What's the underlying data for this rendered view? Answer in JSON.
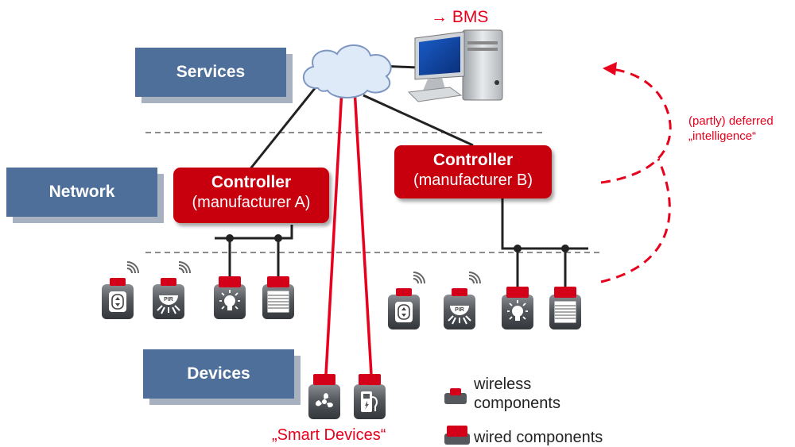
{
  "layers": {
    "services": "Services",
    "network": "Network",
    "devices": "Devices"
  },
  "controller_a": {
    "title": "Controller",
    "subtitle": "(manufacturer A)"
  },
  "controller_b": {
    "title": "Controller",
    "subtitle": "(manufacturer B)"
  },
  "bms_label": "→ BMS",
  "deferred_label": {
    "line1": "(partly) deferred",
    "line2": "„intelligence“"
  },
  "smart_devices_label": "„Smart Devices“",
  "legend": {
    "wireless_line1": "wireless",
    "wireless_line2": "components",
    "wired": "wired components"
  },
  "colors": {
    "accent_red": "#c8000e",
    "layer_blue": "#4f6f9b",
    "device_gray": "#55595e"
  },
  "icons": [
    "cloud-icon",
    "computer-icon",
    "switch-icon",
    "pir-sensor-icon",
    "light-bulb-icon",
    "blind-icon",
    "fan-icon",
    "ev-charger-icon",
    "wifi-icon"
  ]
}
